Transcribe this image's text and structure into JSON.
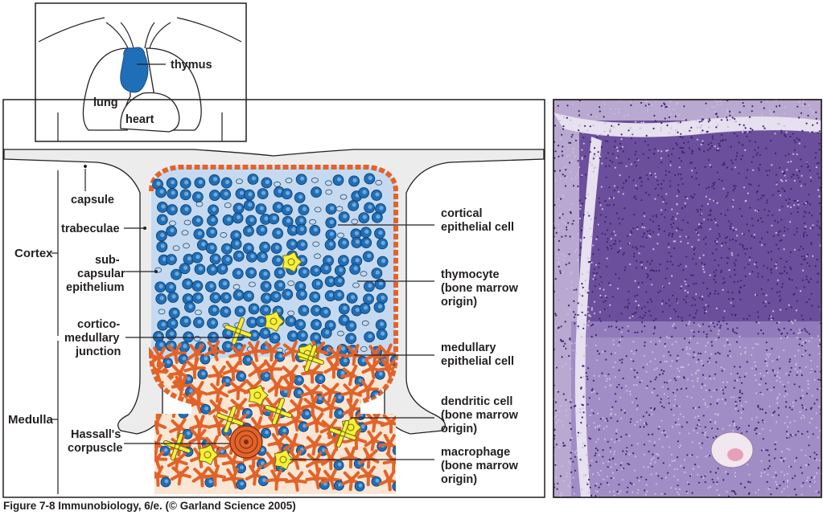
{
  "inset_labels": {
    "thymus": "thymus",
    "lung": "lung",
    "heart": "heart"
  },
  "left_labels": {
    "capsule": "capsule",
    "trabeculae": "trabeculae",
    "subcapsular": [
      "sub-",
      "capsular",
      "epithelium"
    ],
    "corticomedullary": [
      "cortico-",
      "medullary",
      "junction"
    ],
    "hassalls": [
      "Hassall's",
      "corpuscle"
    ]
  },
  "regions": {
    "cortex": "Cortex",
    "medulla": "Medulla"
  },
  "right_labels": {
    "cortical_epithelial": [
      "cortical",
      "epithelial cell"
    ],
    "thymocyte": [
      "thymocyte",
      "(bone marrow",
      "origin)"
    ],
    "medullary_epithelial": [
      "medullary",
      "epithelial cell"
    ],
    "dendritic": [
      "dendritic cell",
      "(bone marrow",
      "origin)"
    ],
    "macrophage": [
      "macrophage",
      "(bone marrow",
      "origin)"
    ]
  },
  "caption": "Figure 7-8  Immunobiology, 6/e. (© Garland Science 2005)",
  "colors": {
    "thymus_blue": "#1f6fb8",
    "cortex_bg": "#c5daf0",
    "medulla_bg": "#fbe6d4",
    "epithelium_orange": "#e2632a",
    "macrophage_yellow": "#f7ef3a",
    "capsule_grey": "#ececec",
    "histology_purple": "#7a5aa6"
  }
}
